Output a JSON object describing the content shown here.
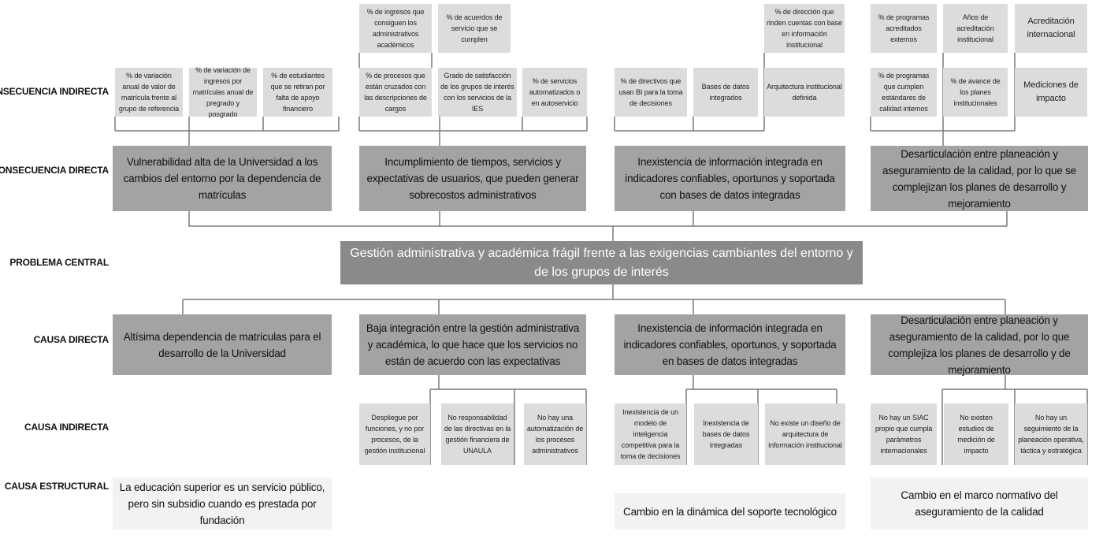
{
  "row_labels": {
    "consecuencia_indirecta": "CONSECUENCIA INDIRECTA",
    "consecuencia_directa": "CONSECUENCIA DIRECTA",
    "problema_central": "PROBLEMA CENTRAL",
    "causa_directa": "CAUSA DIRECTA",
    "causa_indirecta": "CAUSA INDIRECTA",
    "causa_estructural": "CAUSA ESTRUCTURAL"
  },
  "problem": "Gestión administrativa y académica frágil frente a las exigencias cambiantes del entorno y de los grupos de interés",
  "consequences": [
    {
      "direct": "Vulnerabilidad alta de la Universidad a los cambios del entorno por la dependencia de matrículas",
      "indirect": [
        "% de variación anual de valor de matrícula frente al grupo de referencia",
        "% de variación de ingresos por matrículas anual de pregrado y posgrado",
        "% de estudiantes que se retiran por falta de apoyo financiero"
      ]
    },
    {
      "direct": "Incumplimiento de tiempos, servicios y expectativas de usuarios, que pueden generar sobrecostos administrativos",
      "indirect": [
        "% de ingresos que consiguen los administrativos académicos",
        "% de acuerdos de servicio que se cumplen",
        "% de procesos que están cruzados con las descripciones de cargos",
        "Grado de satisfacción de los grupos de interés con los servicios de la IES",
        "% de servicios automatizados o en autoservicio"
      ]
    },
    {
      "direct": "Inexistencia de información integrada en indicadores confiables, oportunos y soportada con bases de datos integradas",
      "indirect": [
        "% de dirección que rinden cuentas con base en información institucional",
        "% de directivos que usan BI para la toma de decisiones",
        "Bases de datos integrados",
        "Arquitectura institucional definida"
      ]
    },
    {
      "direct": "Desarticulación entre planeación y aseguramiento de la calidad, por lo que se complejizan los planes de desarrollo y mejoramiento",
      "indirect": [
        "% de programas acreditados externos",
        "Años de acreditación institucional",
        "Acreditación internacional",
        "% de programas que cumplen estándares de calidad internos",
        "% de avance de los planes institucionales",
        "Mediciones de impacto"
      ]
    }
  ],
  "causes": [
    {
      "direct": "Altísima dependencia de matrículas para el desarrollo de la Universidad",
      "indirect": [],
      "structural": "La educación superior es un servicio público, pero sin subsidio cuando es prestada por fundación"
    },
    {
      "direct": "Baja integración entre la gestión administrativa y académica, lo que hace que los servicios no están de acuerdo con las expectativas",
      "indirect": [
        "Despliegue por funciones, y no por procesos, de la gestión institucional",
        "No responsabilidad de las directivas en la gestión financiera de UNAULA",
        "No hay una automatización de los procesos administrativos"
      ],
      "structural": ""
    },
    {
      "direct": "Inexistencia de información integrada en indicadores confiables, oportunos, y soportada en bases de datos integradas",
      "indirect": [
        "Inexistencia de un modelo de inteligencia competitiva para la toma de decisiones",
        "Inexistencia de bases de datos integradas",
        "No existe un diseño de arquitectura de información institucional"
      ],
      "structural": "Cambio en la dinámica del soporte tecnológico"
    },
    {
      "direct": "Desarticulación entre planeación y aseguramiento de la calidad, por lo que complejiza los planes de desarrollo y de mejoramiento",
      "indirect": [
        "No hay un SIAC propio que cumpla parámetros internacionales",
        "No existen estudios de medición de impacto",
        "No hay un seguimiento de la planeación operativa, táctica y estratégica"
      ],
      "structural": "Cambio en el marco normativo del aseguramiento de la calidad"
    }
  ],
  "colors": {
    "line": "#7a7a7a",
    "small_box": "#dcdcdc",
    "direct_box": "#a3a3a3",
    "central_box": "#8a8a8a",
    "structural_box": "#f2f2f2"
  }
}
